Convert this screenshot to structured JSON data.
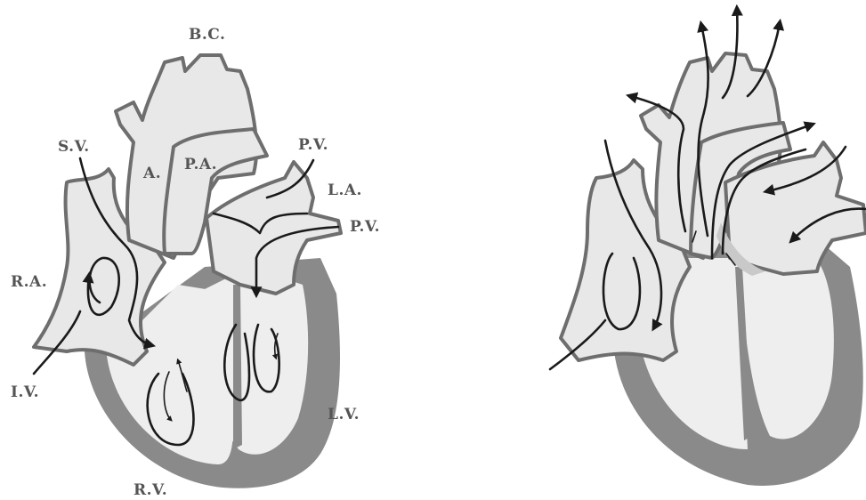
{
  "labels": {
    "bc": "B.C.",
    "sv": "S.V.",
    "a": "A.",
    "pa": "P.A.",
    "pv_top": "P.V.",
    "la": "L.A.",
    "pv_right": "P.V.",
    "ra": "R.A.",
    "iv": "I.V.",
    "lv": "L.V.",
    "rv": "R.V."
  },
  "colors": {
    "wall": "#8a8a8a",
    "chamber": "#eeeeee",
    "outline": "#6e6e6e",
    "arrow": "#1a1a1a",
    "label": "#555555"
  }
}
